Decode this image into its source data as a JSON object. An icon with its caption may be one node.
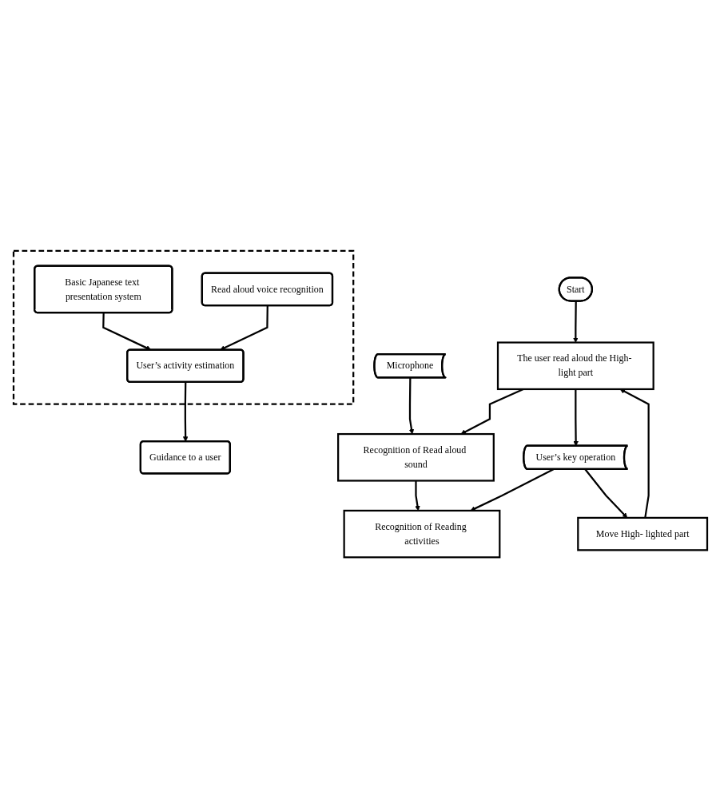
{
  "diagram": {
    "nodes": [
      {
        "text": [],
        "shape": "box"
      },
      {
        "text": [
          "Basic Japanese text presentation system"
        ],
        "in": 0
      },
      {
        "text": [
          "User’s activity estimation"
        ],
        "in": 0
      },
      {
        "text": [
          "Read aloud voice recognition"
        ],
        "in": 0
      },
      {
        "text": [
          "Guidance to a user"
        ]
      },
      {
        "text": [
          "Start"
        ]
      },
      {
        "text": [
          "Microphone"
        ]
      },
      {
        "text": [
          "The user read aloud the High- light part"
        ]
      },
      {
        "text": [
          "Recognition of Read aloud sound"
        ]
      },
      {
        "text": [
          "User’s key operation"
        ]
      },
      {
        "text": [
          "Recognition of Reading activities"
        ]
      },
      {
        "text": [
          "Move High- lighted part"
        ]
      }
    ],
    "edges": [
      {
        "from": 1,
        "to": 2,
        "arrow": "to"
      },
      {
        "from": 3,
        "to": 2,
        "arrow": "to"
      },
      {
        "from": 2,
        "to": 4,
        "arrow": "to"
      },
      {
        "from": 5,
        "to": 7,
        "arrow": "to"
      },
      {
        "from": 6,
        "to": 8,
        "arrow": "to"
      },
      {
        "from": 7,
        "to": 8,
        "arrow": "to"
      },
      {
        "from": 7,
        "to": 9,
        "arrow": "to"
      },
      {
        "from": 8,
        "to": 10,
        "arrow": "to"
      },
      {
        "from": 9,
        "to": 10,
        "arrow": "to"
      },
      {
        "from": 9,
        "to": 11,
        "arrow": "to"
      },
      {
        "from": 11,
        "to": 7,
        "arrow": "to"
      }
    ]
  }
}
